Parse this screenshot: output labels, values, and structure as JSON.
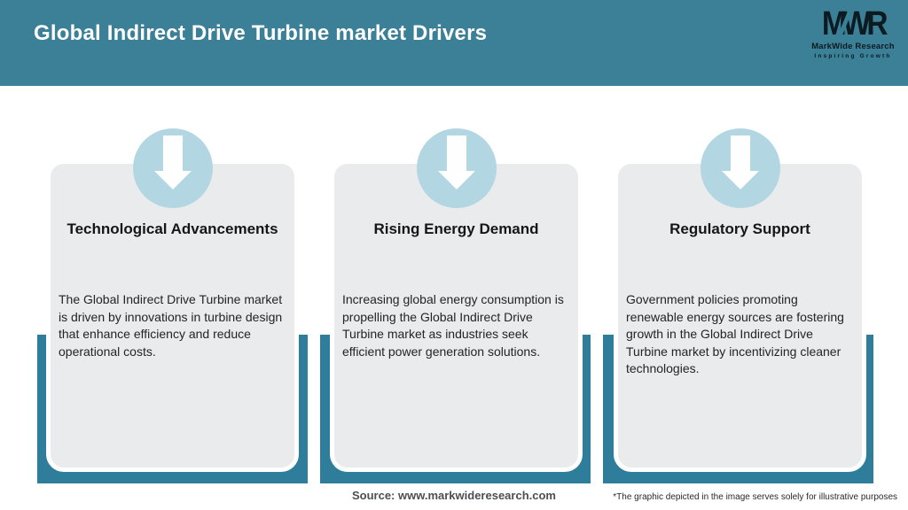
{
  "header": {
    "title": "Global Indirect Drive Turbine market Drivers"
  },
  "logo": {
    "acronym": "MWR",
    "name": "MarkWide Research",
    "tagline": "Inspiring Growth"
  },
  "cards": [
    {
      "icon": "down-arrow-icon",
      "title": "Technological Advancements",
      "description": "The Global Indirect Drive Turbine market is driven by innovations in turbine design that enhance efficiency and reduce operational costs."
    },
    {
      "icon": "down-arrow-icon",
      "title": "Rising Energy Demand",
      "description": "Increasing global energy consumption is propelling the Global Indirect Drive Turbine market as industries seek efficient power generation solutions."
    },
    {
      "icon": "down-arrow-icon",
      "title": "Regulatory Support",
      "description": "Government policies promoting renewable energy sources are fostering growth in the Global Indirect Drive Turbine market by incentivizing cleaner technologies."
    }
  ],
  "footer": {
    "source": "Source: www.markwideresearch.com",
    "disclaimer": "*The graphic depicted in the image serves solely for illustrative purposes"
  },
  "colors": {
    "header_teal": "#3b8096",
    "shadow_teal": "#2e7e9b",
    "circle_blue": "#b3d7e2",
    "card_bg": "#e9ebec",
    "logo_black": "#0c1a22"
  }
}
